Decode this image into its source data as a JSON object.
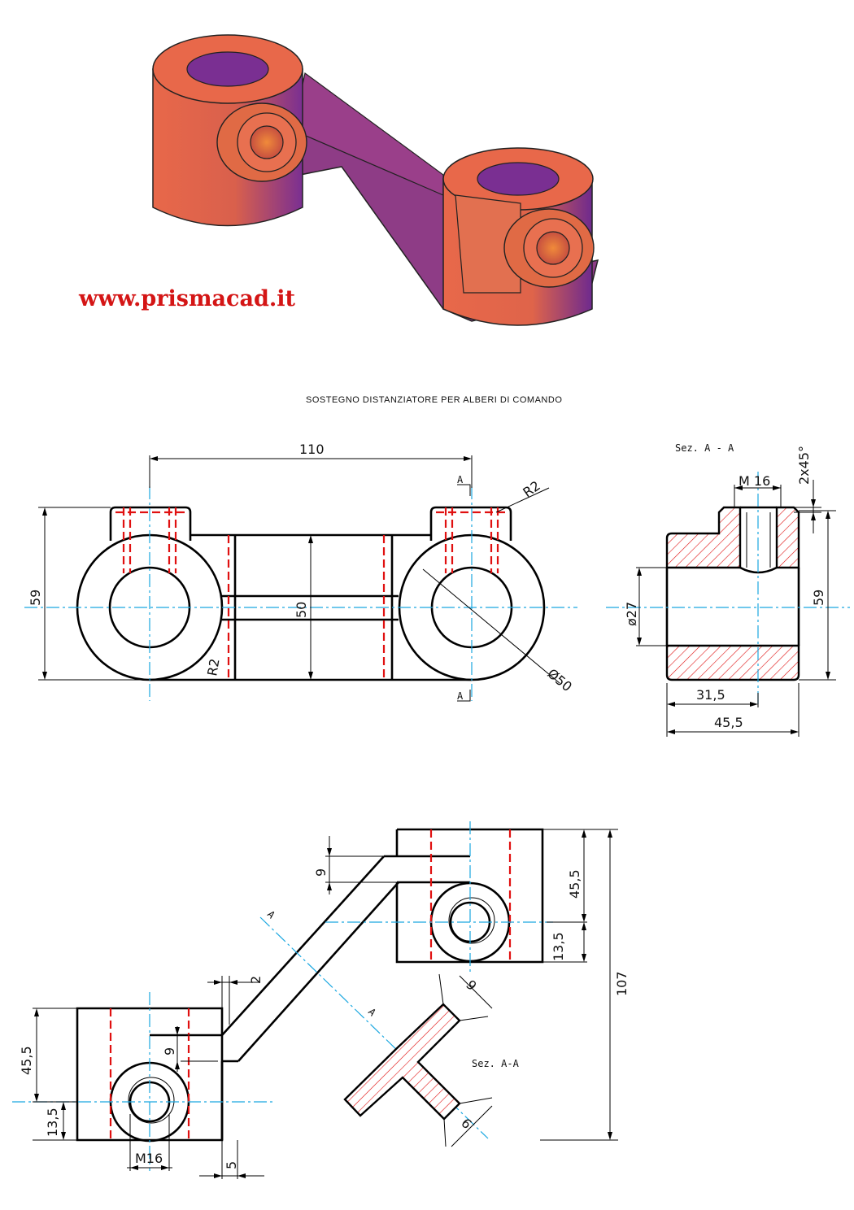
{
  "website": "www.prismacad.it",
  "title": "SOSTEGNO  DISTANZIATORE  PER  ALBERI  DI  COMANDO",
  "colors": {
    "render_light": "#e8684a",
    "render_dark": "#7a2f92",
    "hatch": "#e01010",
    "centerline": "#1aa7e0",
    "website": "#d41515"
  },
  "front_view": {
    "dim_110": "110",
    "dim_59": "59",
    "dim_50": "50",
    "dim_r2_top": "R2",
    "dim_r2_left": "R2",
    "dim_phi50": "Ø50",
    "section_mark": "A"
  },
  "section_view": {
    "label": "Sez. A - A",
    "dim_chamfer": "2x45°",
    "dim_thread": "M 16",
    "dim_phi27": "ø27",
    "dim_59": "59",
    "dim_31_5": "31,5",
    "dim_45_5": "45,5"
  },
  "top_view": {
    "dim_9_a": "9",
    "dim_45_5_right": "45,5",
    "dim_13_5_right": "13,5",
    "dim_107": "107",
    "dim_2": "2",
    "dim_9_b": "9",
    "dim_45_5_left": "45,5",
    "dim_13_5_left": "13,5",
    "dim_m16": "M16",
    "dim_5": "5",
    "cut_mark": "A",
    "rib_label": "Sez. A-A",
    "rib_dim_9": "9",
    "rib_dim_6": "6"
  }
}
